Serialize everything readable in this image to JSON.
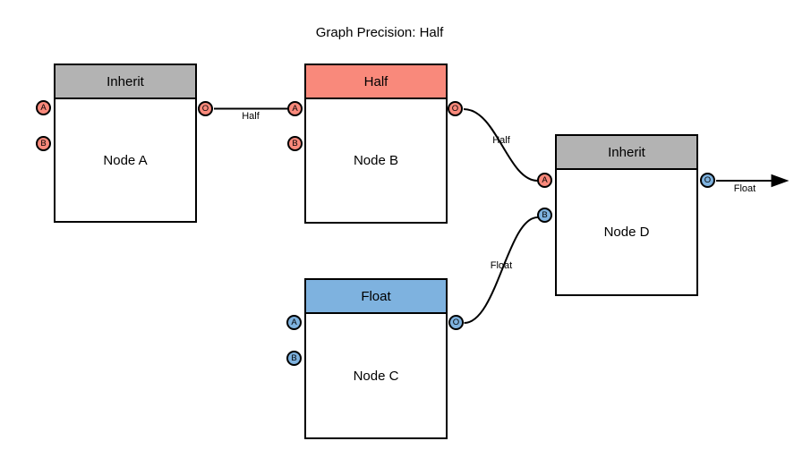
{
  "title": "Graph Precision: Half",
  "colors": {
    "salmon": "#F9897B",
    "blue": "#7EB2DF",
    "gray": "#B3B3B3",
    "line": "#000000",
    "background": "#FFFFFF"
  },
  "nodes": [
    {
      "name": "Node A",
      "header": "Inherit",
      "header_color": "gray",
      "ports": [
        {
          "label": "A",
          "color": "salmon"
        },
        {
          "label": "B",
          "color": "salmon"
        },
        {
          "label": "O",
          "color": "salmon"
        }
      ]
    },
    {
      "name": "Node B",
      "header": "Half",
      "header_color": "salmon",
      "ports": [
        {
          "label": "A",
          "color": "salmon"
        },
        {
          "label": "B",
          "color": "salmon"
        },
        {
          "label": "O",
          "color": "salmon"
        }
      ]
    },
    {
      "name": "Node C",
      "header": "Float",
      "header_color": "blue",
      "ports": [
        {
          "label": "A",
          "color": "blue"
        },
        {
          "label": "B",
          "color": "blue"
        },
        {
          "label": "O",
          "color": "blue"
        }
      ]
    },
    {
      "name": "Node D",
      "header": "Inherit",
      "header_color": "gray",
      "ports": [
        {
          "label": "A",
          "color": "salmon"
        },
        {
          "label": "B",
          "color": "blue"
        },
        {
          "label": "O",
          "color": "blue"
        }
      ]
    }
  ],
  "edges": [
    {
      "label": "Half",
      "from": "Node A.O",
      "to": "Node B.A"
    },
    {
      "label": "Half",
      "from": "Node B.O",
      "to": "Node D.A"
    },
    {
      "label": "Float",
      "from": "Node C.O",
      "to": "Node D.B"
    },
    {
      "label": "Float",
      "from": "Node D.O",
      "to": "graph-output"
    }
  ]
}
